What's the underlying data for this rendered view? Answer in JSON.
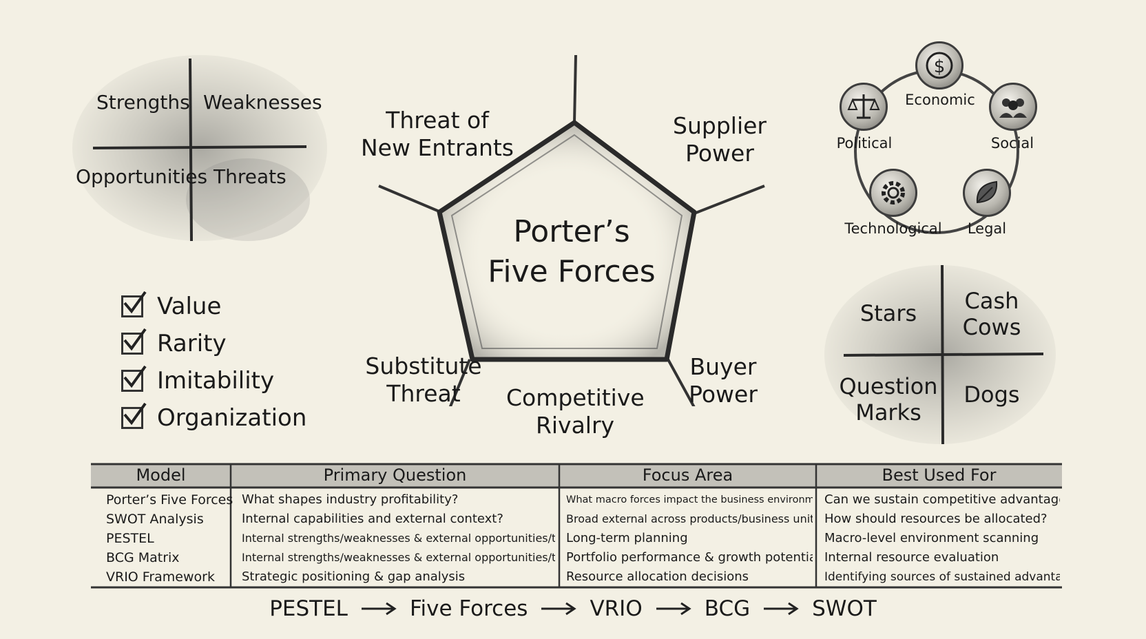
{
  "swot": {
    "strengths": "Strengths",
    "weaknesses": "Weaknesses",
    "opportunities": "Opportunities",
    "threats": "Threats"
  },
  "porter": {
    "title_line1": "Porter’s",
    "title_line2": "Five Forces",
    "new_entrants_line1": "Threat of",
    "new_entrants_line2": "New Entrants",
    "supplier_line1": "Supplier",
    "supplier_line2": "Power",
    "substitute_line1": "Substitute",
    "substitute_line2": "Threat",
    "rivalry_line1": "Competitive",
    "rivalry_line2": "Rivalry",
    "buyer_line1": "Buyer",
    "buyer_line2": "Power"
  },
  "pestel": {
    "economic": "Economic",
    "political": "Political",
    "social": "Social",
    "technological": "Technological",
    "legal": "Legal",
    "icons": [
      "dollar-icon",
      "scales-icon",
      "people-icon",
      "gear-icon",
      "leaf-icon"
    ]
  },
  "vrio": {
    "items": [
      "Value",
      "Rarity",
      "Imitability",
      "Organization"
    ]
  },
  "bcg": {
    "stars": "Stars",
    "cash_cows_line1": "Cash",
    "cash_cows_line2": "Cows",
    "question_marks_line1": "Question",
    "question_marks_line2": "Marks",
    "dogs": "Dogs"
  },
  "table": {
    "headers": [
      "Model",
      "Primary Question",
      "Focus Area",
      "Best Used For"
    ],
    "models": [
      "Porter’s Five Forces",
      "SWOT Analysis",
      "PESTEL",
      "BCG Matrix",
      "VRIO Framework"
    ],
    "primary_questions": [
      "What shapes industry profitability?",
      "Internal capabilities and external context?",
      "Internal strengths/weaknesses & external opportunities/threats",
      "Internal strengths/weaknesses & external opportunities/threats",
      "Strategic positioning & gap analysis"
    ],
    "focus_areas": [
      "What macro forces impact the business environment?",
      "Broad external across products/business units",
      "Long-term planning",
      "Portfolio performance & growth potential",
      "Resource allocation decisions"
    ],
    "best_used_for": [
      "Can we sustain competitive advantage?",
      "How should resources be allocated?",
      "Macro-level environment scanning",
      "Internal resource evaluation",
      "Identifying sources of sustained advantage"
    ]
  },
  "flow": {
    "steps": [
      "PESTEL",
      "Five Forces",
      "VRIO",
      "BCG",
      "SWOT"
    ]
  },
  "colors": {
    "background": "#f3f0e4",
    "ink": "#1d1d1d",
    "shade": "#8a8a86"
  }
}
